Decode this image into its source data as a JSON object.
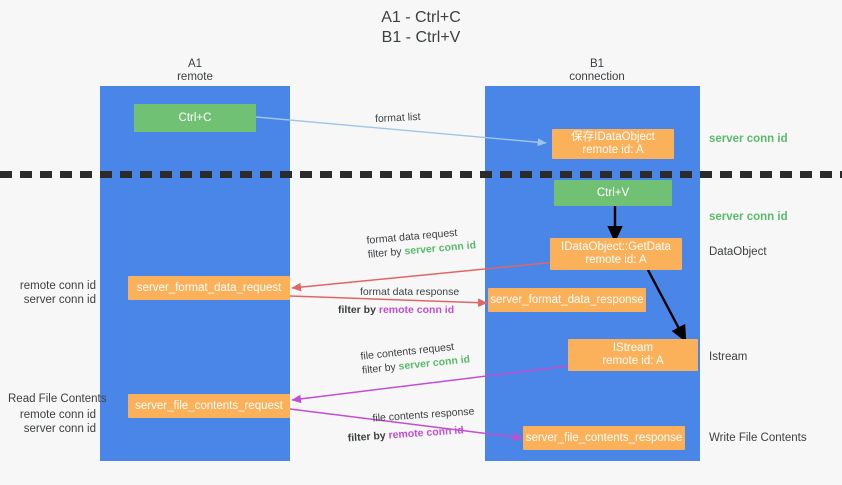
{
  "title": {
    "line1": "A1 - Ctrl+C",
    "line2": "B1 - Ctrl+V"
  },
  "columns": [
    {
      "name": "A1",
      "sub": "remote"
    },
    {
      "name": "B1",
      "sub": "connection"
    }
  ],
  "nodes": {
    "ctrl_c": {
      "line1": "Ctrl+C"
    },
    "ctrl_v": {
      "line1": "Ctrl+V"
    },
    "save_dataobject": {
      "line1": "保存IDataObject",
      "line2": "remote id: A"
    },
    "getdata": {
      "line1": "IDataObject::GetData",
      "line2": "remote id: A"
    },
    "istream": {
      "line1": "IStream",
      "line2": "remote id: A"
    },
    "format_data_request": {
      "line1": "server_format_data_request"
    },
    "format_data_response": {
      "line1": "server_format_data_response"
    },
    "file_contents_request": {
      "line1": "server_file_contents_request"
    },
    "file_contents_response": {
      "line1": "server_file_contents_response"
    }
  },
  "labels": {
    "server_conn_id": "server conn id",
    "remote_conn_id": "remote conn id",
    "dataobject": "DataObject",
    "istream": "Istream",
    "read_file_contents": "Read File Contents",
    "write_file_contents": "Write File Contents",
    "format_list": "format list",
    "format_data_request": "format data request",
    "format_data_response": "format data response",
    "file_contents_request": "file contents request",
    "file_contents_response": "file contents response",
    "filter_by": "filter by"
  },
  "colors": {
    "lane": "#4a86e8",
    "green_node": "#71c175",
    "orange_node": "#fbb05a",
    "green_text": "#5aba6b",
    "magenta_text": "#c04fd0",
    "arrow_blue": "#9fc5e8",
    "arrow_red": "#e06666",
    "arrow_magenta": "#c04fd0",
    "arrow_black": "#000000",
    "divider": "#2b2b2b",
    "background": "#f7f7f7"
  }
}
